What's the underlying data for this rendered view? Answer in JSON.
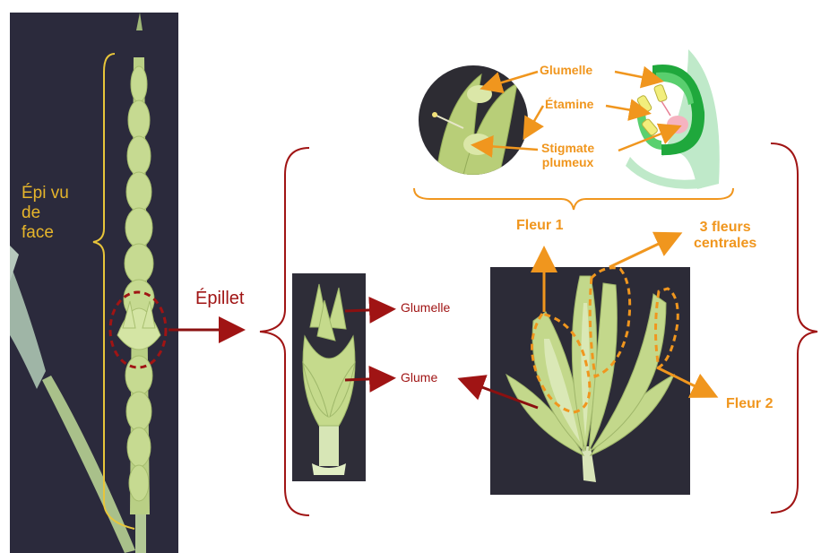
{
  "labels": {
    "epi_line1": "Épi vu",
    "epi_line2": "de",
    "epi_line3": "face",
    "epillet": "Épillet",
    "glumelle_small": "Glumelle",
    "glume_small": "Glume",
    "glumelle_top": "Glumelle",
    "etamine_top": "Étamine",
    "stigmate_line1": "Stigmate",
    "stigmate_line2": "plumeux",
    "fleur1": "Fleur 1",
    "fleurs3_line1": "3 fleurs",
    "fleurs3_line2": "centrales",
    "fleur2": "Fleur 2"
  },
  "colors": {
    "orange": "#f0961e",
    "dark_red": "#a01414",
    "yellow": "#e3b52c",
    "photo_bg": "#2a2838",
    "plant_green": "#bfd48a",
    "diagram_green": "#2fb54a",
    "stigma_pink": "#f2a6b4"
  }
}
